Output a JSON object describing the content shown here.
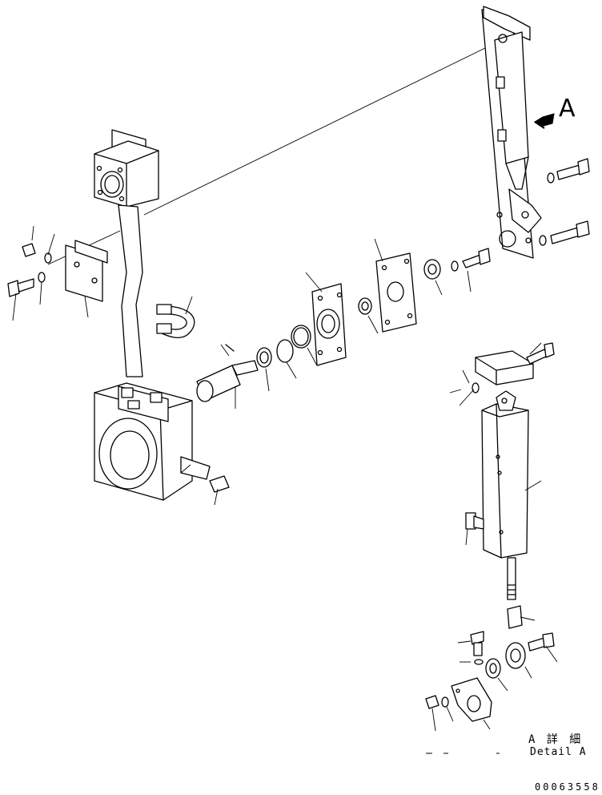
{
  "detail": {
    "view_letter": "A",
    "title_jp": "A 詳 細",
    "title_en": "Detail A"
  },
  "drawing_number": "00063558"
}
